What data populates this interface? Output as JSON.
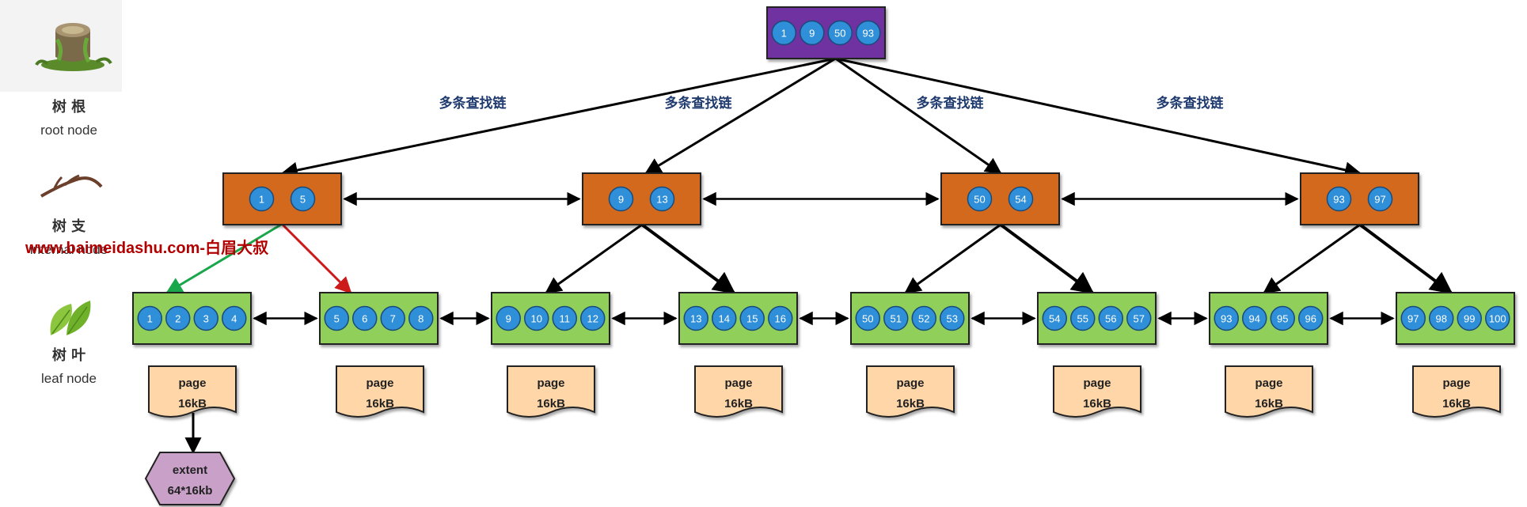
{
  "legend": {
    "root_cn": "树 根",
    "root_en": "root node",
    "internal_cn": "树 支",
    "internal_en": "internal node",
    "leaf_cn": "树 叶",
    "leaf_en": "leaf node"
  },
  "watermark": "www.baimeidashu.com-白眉大叔",
  "chain_labels": [
    "多条查找链",
    "多条查找链",
    "多条查找链",
    "多条查找链"
  ],
  "root": {
    "keys": [
      "1",
      "9",
      "50",
      "93"
    ]
  },
  "internal_nodes": [
    {
      "keys": [
        "1",
        "5"
      ]
    },
    {
      "keys": [
        "9",
        "13"
      ]
    },
    {
      "keys": [
        "50",
        "54"
      ]
    },
    {
      "keys": [
        "93",
        "97"
      ]
    }
  ],
  "leaf_nodes": [
    {
      "keys": [
        "1",
        "2",
        "3",
        "4"
      ]
    },
    {
      "keys": [
        "5",
        "6",
        "7",
        "8"
      ]
    },
    {
      "keys": [
        "9",
        "10",
        "11",
        "12"
      ]
    },
    {
      "keys": [
        "13",
        "14",
        "15",
        "16"
      ]
    },
    {
      "keys": [
        "50",
        "51",
        "52",
        "53"
      ]
    },
    {
      "keys": [
        "54",
        "55",
        "56",
        "57"
      ]
    },
    {
      "keys": [
        "93",
        "94",
        "95",
        "96"
      ]
    },
    {
      "keys": [
        "97",
        "98",
        "99",
        "100"
      ]
    }
  ],
  "page": {
    "line1": "page",
    "line2": "16kB"
  },
  "extent": {
    "line1": "extent",
    "line2": "64*16kb"
  },
  "colors": {
    "root_fill": "#7030a0",
    "internal_fill": "#d2691e",
    "leaf_fill": "#8fcf5a",
    "key_fill": "#2f8fd8",
    "page_fill": "#ffd6a8",
    "extent_fill": "#c8a0c8",
    "green_arrow": "#1aa64a",
    "red_arrow": "#cc1a1a",
    "chain_label": "#1f3a6e"
  }
}
